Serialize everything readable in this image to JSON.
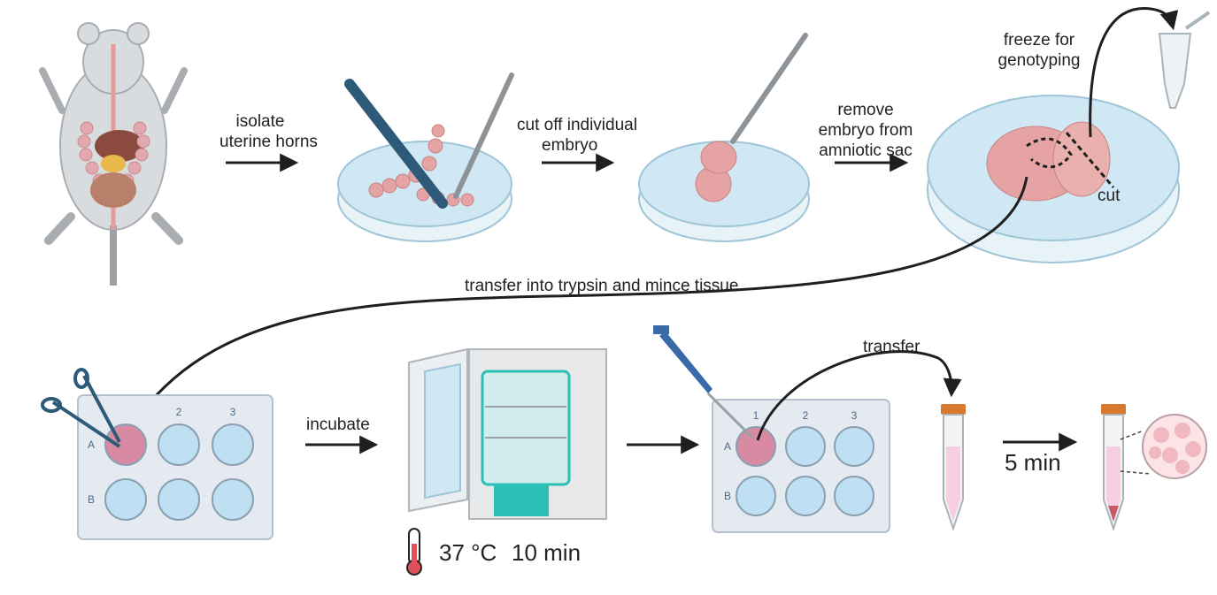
{
  "steps": {
    "isolate": {
      "line1": "isolate",
      "line2": "uterine horns"
    },
    "cut_off": {
      "line1": "cut off individual",
      "line2": "embryo"
    },
    "remove": {
      "line1": "remove",
      "line2": "embryo from",
      "line3": "amniotic sac"
    },
    "freeze": {
      "line1": "freeze for",
      "line2": "genotyping"
    },
    "cut": "cut",
    "transfer_trypsin": "transfer into trypsin and mince tissue",
    "incubate": "incubate",
    "temperature": "37 °C",
    "time": "10 min",
    "transfer": "transfer",
    "centrifuge_time": "5 min"
  },
  "plate_labels": {
    "cols": [
      "1",
      "2",
      "3"
    ],
    "rows": [
      "A",
      "B"
    ]
  },
  "colors": {
    "arrow": "#1f1f1f",
    "dish_liquid": "#cfe8f3",
    "dish_rim": "#9fc5d8",
    "tissue": "#e6a3a3",
    "well": "#bfe0f2",
    "plate": "#e4eaf0",
    "incubator_panel": "#2bbfb5",
    "pipette": "#3a6aa8",
    "tube_cap": "#d8782f",
    "pink_liquid": "#f6cde2"
  }
}
